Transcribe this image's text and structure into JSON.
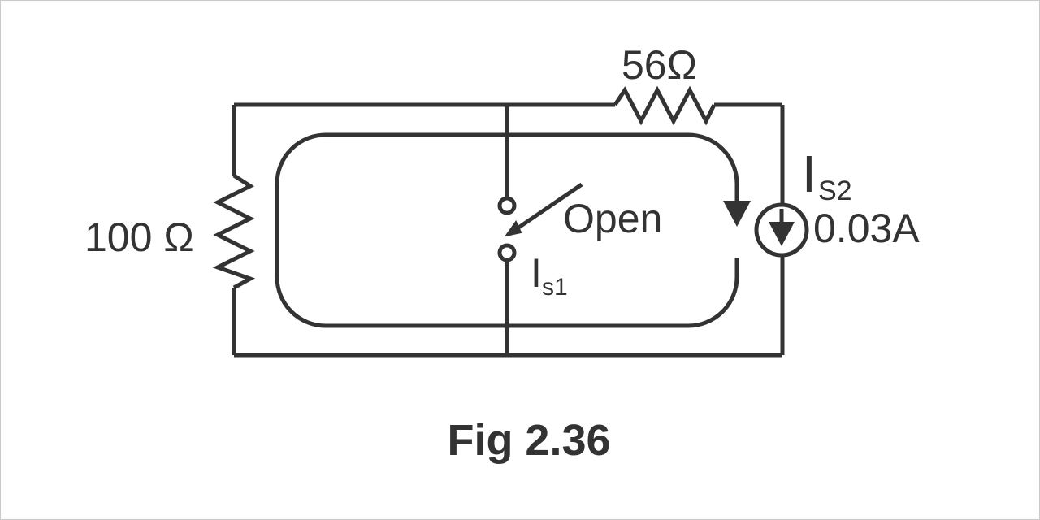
{
  "diagram": {
    "resistor_left_label": "100 Ω",
    "resistor_top_label": "56Ω",
    "switch_label": "Open",
    "source1_label_main": "I",
    "source1_label_sub": "s1",
    "source2_label_main": "I",
    "source2_label_sub": "S2",
    "source2_value": "0.03A",
    "caption": "Fig 2.36"
  },
  "colors": {
    "stroke": "#333333",
    "background": "#ffffff",
    "border": "#c9c9c9"
  }
}
